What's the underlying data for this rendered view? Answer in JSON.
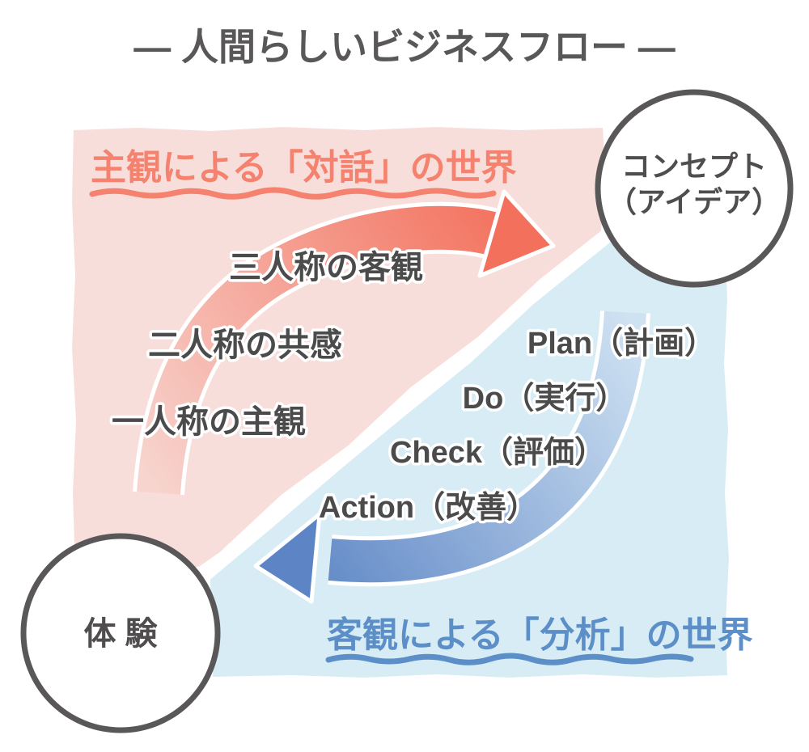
{
  "title": "— 人間らしいビジネスフロー —",
  "regions": {
    "subjective": {
      "label": "主観による「対話」の世界",
      "steps": [
        "三人称の客観",
        "二人称の共感",
        "一人称の主観"
      ]
    },
    "objective": {
      "label": "客観による「分析」の世界",
      "steps": [
        "Plan（計画）",
        "Do（実行）",
        "Check（評価）",
        "Action（改善）"
      ]
    }
  },
  "nodes": {
    "concept": {
      "line1": "コンセプト",
      "line2": "（アイデア）"
    },
    "experience": {
      "label": "体 験"
    }
  },
  "colors": {
    "ink": "#4b4b4b",
    "outline_gray": "#595757",
    "pink_bg": "#f8dedb",
    "blue_bg": "#d8ecf5",
    "pink_accent": "#f5826f",
    "blue_accent": "#5c8fc7",
    "pink_arrow_start": "#f7d4ce",
    "pink_arrow_end": "#f3705c",
    "blue_arrow_start": "#cfe2f2",
    "blue_arrow_end": "#5d85c5"
  }
}
